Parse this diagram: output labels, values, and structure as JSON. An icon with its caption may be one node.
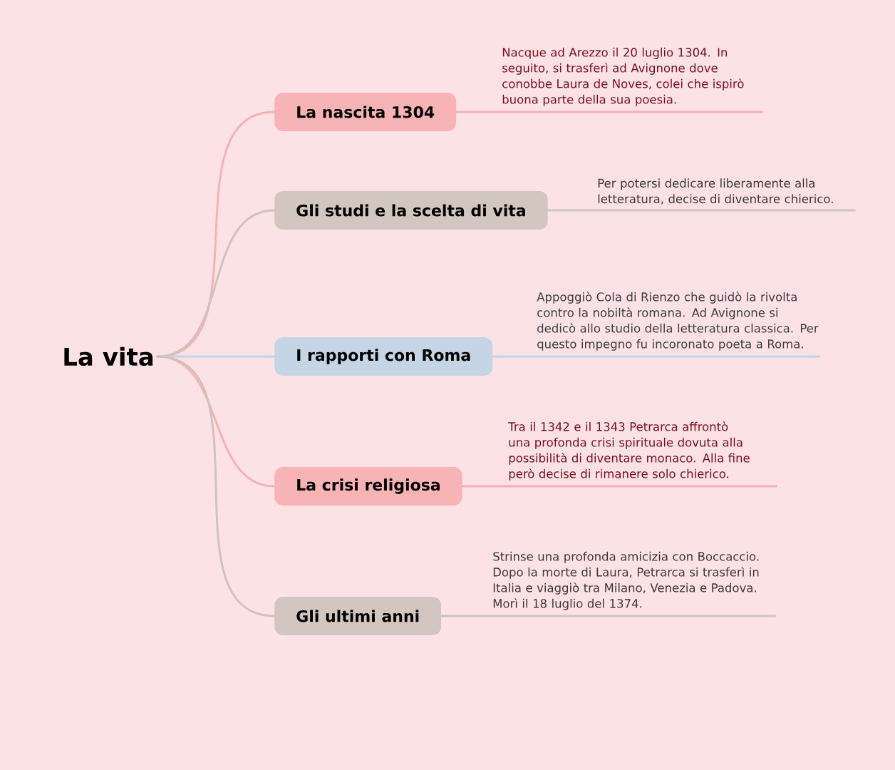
{
  "diagram": {
    "nodes": [
      {
        "text": [
          "La vita"
        ]
      },
      {
        "text": [
          "La nascita 1304"
        ]
      },
      {
        "text": [
          "Gli studi e la scelta di vita"
        ]
      },
      {
        "text": [
          "I rapporti con Roma"
        ]
      },
      {
        "text": [
          "La crisi religiosa"
        ]
      },
      {
        "text": [
          "Gli ultimi anni"
        ]
      },
      {
        "text": [
          "Nacque ad Arezzo il 20 luglio 1304. In seguito, si trasferì ad Avignone dove conobbe Laura de Noves, colei che ispirò buona parte della sua poesia."
        ]
      },
      {
        "text": [
          "Per potersi dedicare liberamente alla letteratura, decise di diventare chierico."
        ]
      },
      {
        "text": [
          "Appoggiò Cola di Rienzo che guidò la rivolta contro la nobiltà romana. Ad Avignone si dedicò allo studio della letteratura classica. Per questo impegno fu incoronato poeta a Roma."
        ]
      },
      {
        "text": [
          "Tra il 1342 e il 1343 Petrarca affrontò una profonda crisi spirituale dovuta alla possibilità di diventare monaco. Alla fine però decise di rimanere solo chierico."
        ]
      },
      {
        "text": [
          "Strinse una profonda amicizia con Boccaccio. Dopo la morte di Laura, Petrarca si trasferì in Italia e viaggiò tra Milano, Venezia e Padova. Morì il 18 luglio del 1374."
        ]
      }
    ],
    "edges": [
      {
        "from": 0,
        "to": 1,
        "arrow": "none",
        "color": "#f5b1b3"
      },
      {
        "from": 0,
        "to": 2,
        "arrow": "none",
        "color": "#cfc3bc"
      },
      {
        "from": 0,
        "to": 3,
        "arrow": "none",
        "color": "#c3d3e3"
      },
      {
        "from": 0,
        "to": 4,
        "arrow": "none",
        "color": "#f5b1b3"
      },
      {
        "from": 0,
        "to": 5,
        "arrow": "none",
        "color": "#cfc3bc"
      },
      {
        "from": 1,
        "to": 6,
        "arrow": "none",
        "color": "#f5b1b3"
      },
      {
        "from": 2,
        "to": 7,
        "arrow": "none",
        "color": "#cfc3bc"
      },
      {
        "from": 3,
        "to": 8,
        "arrow": "none",
        "color": "#c3d3e3"
      },
      {
        "from": 4,
        "to": 9,
        "arrow": "none",
        "color": "#f5b1b3"
      },
      {
        "from": 5,
        "to": 10,
        "arrow": "none",
        "color": "#cfc3bc"
      }
    ]
  }
}
